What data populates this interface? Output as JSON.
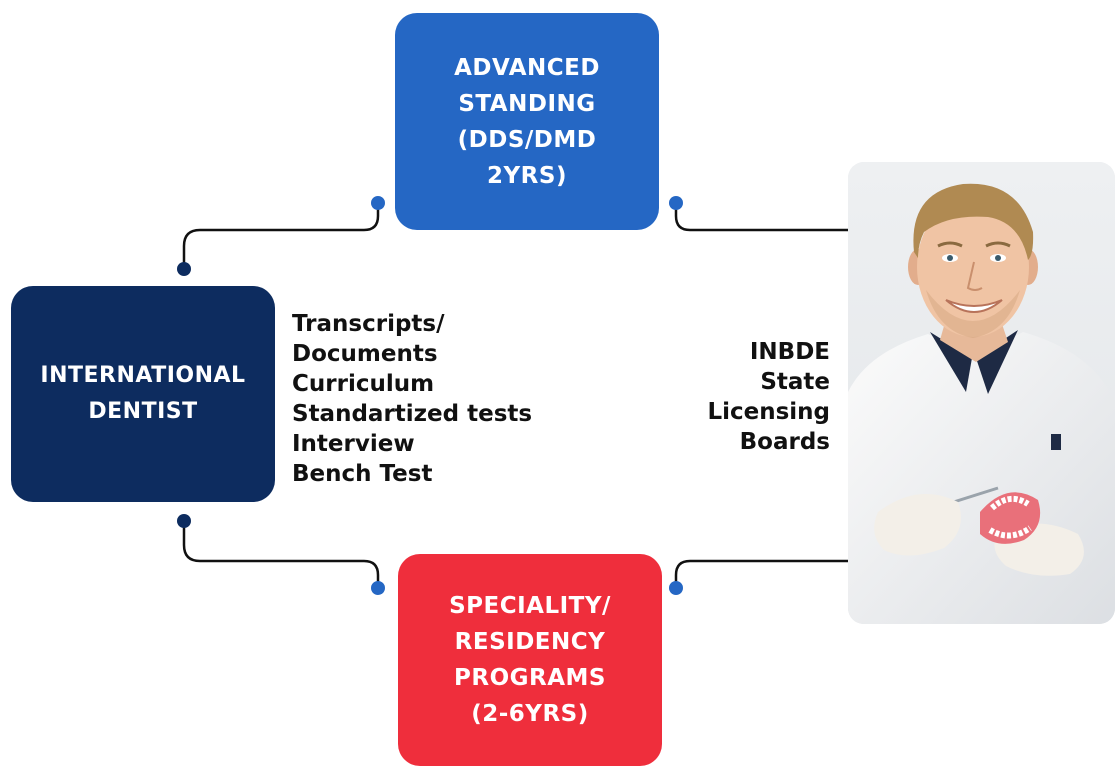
{
  "boxes": {
    "advanced_standing": {
      "lines": [
        "ADVANCED",
        "STANDING",
        "(DDS/DMD",
        "2YRS)"
      ],
      "color": "#2567c4"
    },
    "international_dentist": {
      "lines": [
        "INTERNATIONAL",
        "DENTIST"
      ],
      "color": "#0d2c5f"
    },
    "speciality_residency": {
      "lines": [
        "SPECIALITY/",
        "RESIDENCY",
        "PROGRAMS",
        "(2-6YRS)"
      ],
      "color": "#ef2e3c"
    }
  },
  "requirements": [
    "Transcripts/",
    "Documents",
    "Curriculum",
    "Standartized tests",
    "Interview",
    "Bench Test"
  ],
  "licensing": [
    "INBDE",
    "State",
    "Licensing",
    "Boards"
  ],
  "colors": {
    "connector_line": "#111111",
    "dot_blue": "#2567c4",
    "dot_navy": "#0d2c5f"
  },
  "photo": {
    "subject": "smiling dentist holding dental model and probe"
  }
}
